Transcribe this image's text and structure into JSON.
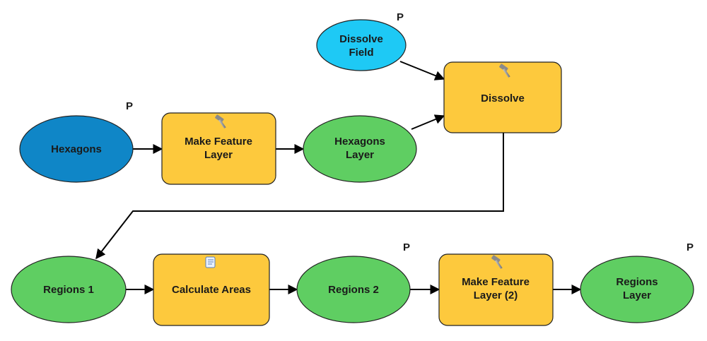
{
  "colors": {
    "input_data": "#0f86c7",
    "input_value": "#1ec9f5",
    "tool": "#fdc93d",
    "derived_data": "#5fce62",
    "outline": "#222222",
    "edge": "#000000"
  },
  "nodes": {
    "dissolve_field": {
      "label": [
        "Dissolve",
        "Field"
      ],
      "parameter_flag": "P",
      "kind": "input-value"
    },
    "hexagons": {
      "label": [
        "Hexagons"
      ],
      "parameter_flag": "P",
      "kind": "input-data"
    },
    "make_feature_layer": {
      "label": [
        "Make Feature",
        "Layer"
      ],
      "icon": "hammer-icon",
      "kind": "tool"
    },
    "hexagons_layer": {
      "label": [
        "Hexagons",
        "Layer"
      ],
      "kind": "derived-data"
    },
    "dissolve": {
      "label": [
        "Dissolve"
      ],
      "icon": "hammer-icon",
      "kind": "tool"
    },
    "regions_1": {
      "label": [
        "Regions 1"
      ],
      "kind": "derived-data"
    },
    "calculate_areas": {
      "label": [
        "Calculate Areas"
      ],
      "icon": "script-icon",
      "kind": "tool"
    },
    "regions_2": {
      "label": [
        "Regions 2"
      ],
      "parameter_flag": "P",
      "kind": "derived-data"
    },
    "make_feature_layer_2": {
      "label": [
        "Make Feature",
        "Layer (2)"
      ],
      "icon": "hammer-icon",
      "kind": "tool"
    },
    "regions_layer": {
      "label": [
        "Regions",
        "Layer"
      ],
      "parameter_flag": "P",
      "kind": "derived-data"
    }
  },
  "edges": [
    {
      "from": "hexagons",
      "to": "make_feature_layer"
    },
    {
      "from": "make_feature_layer",
      "to": "hexagons_layer"
    },
    {
      "from": "hexagons_layer",
      "to": "dissolve"
    },
    {
      "from": "dissolve_field",
      "to": "dissolve"
    },
    {
      "from": "dissolve",
      "to": "regions_1"
    },
    {
      "from": "regions_1",
      "to": "calculate_areas"
    },
    {
      "from": "calculate_areas",
      "to": "regions_2"
    },
    {
      "from": "regions_2",
      "to": "make_feature_layer_2"
    },
    {
      "from": "make_feature_layer_2",
      "to": "regions_layer"
    }
  ]
}
